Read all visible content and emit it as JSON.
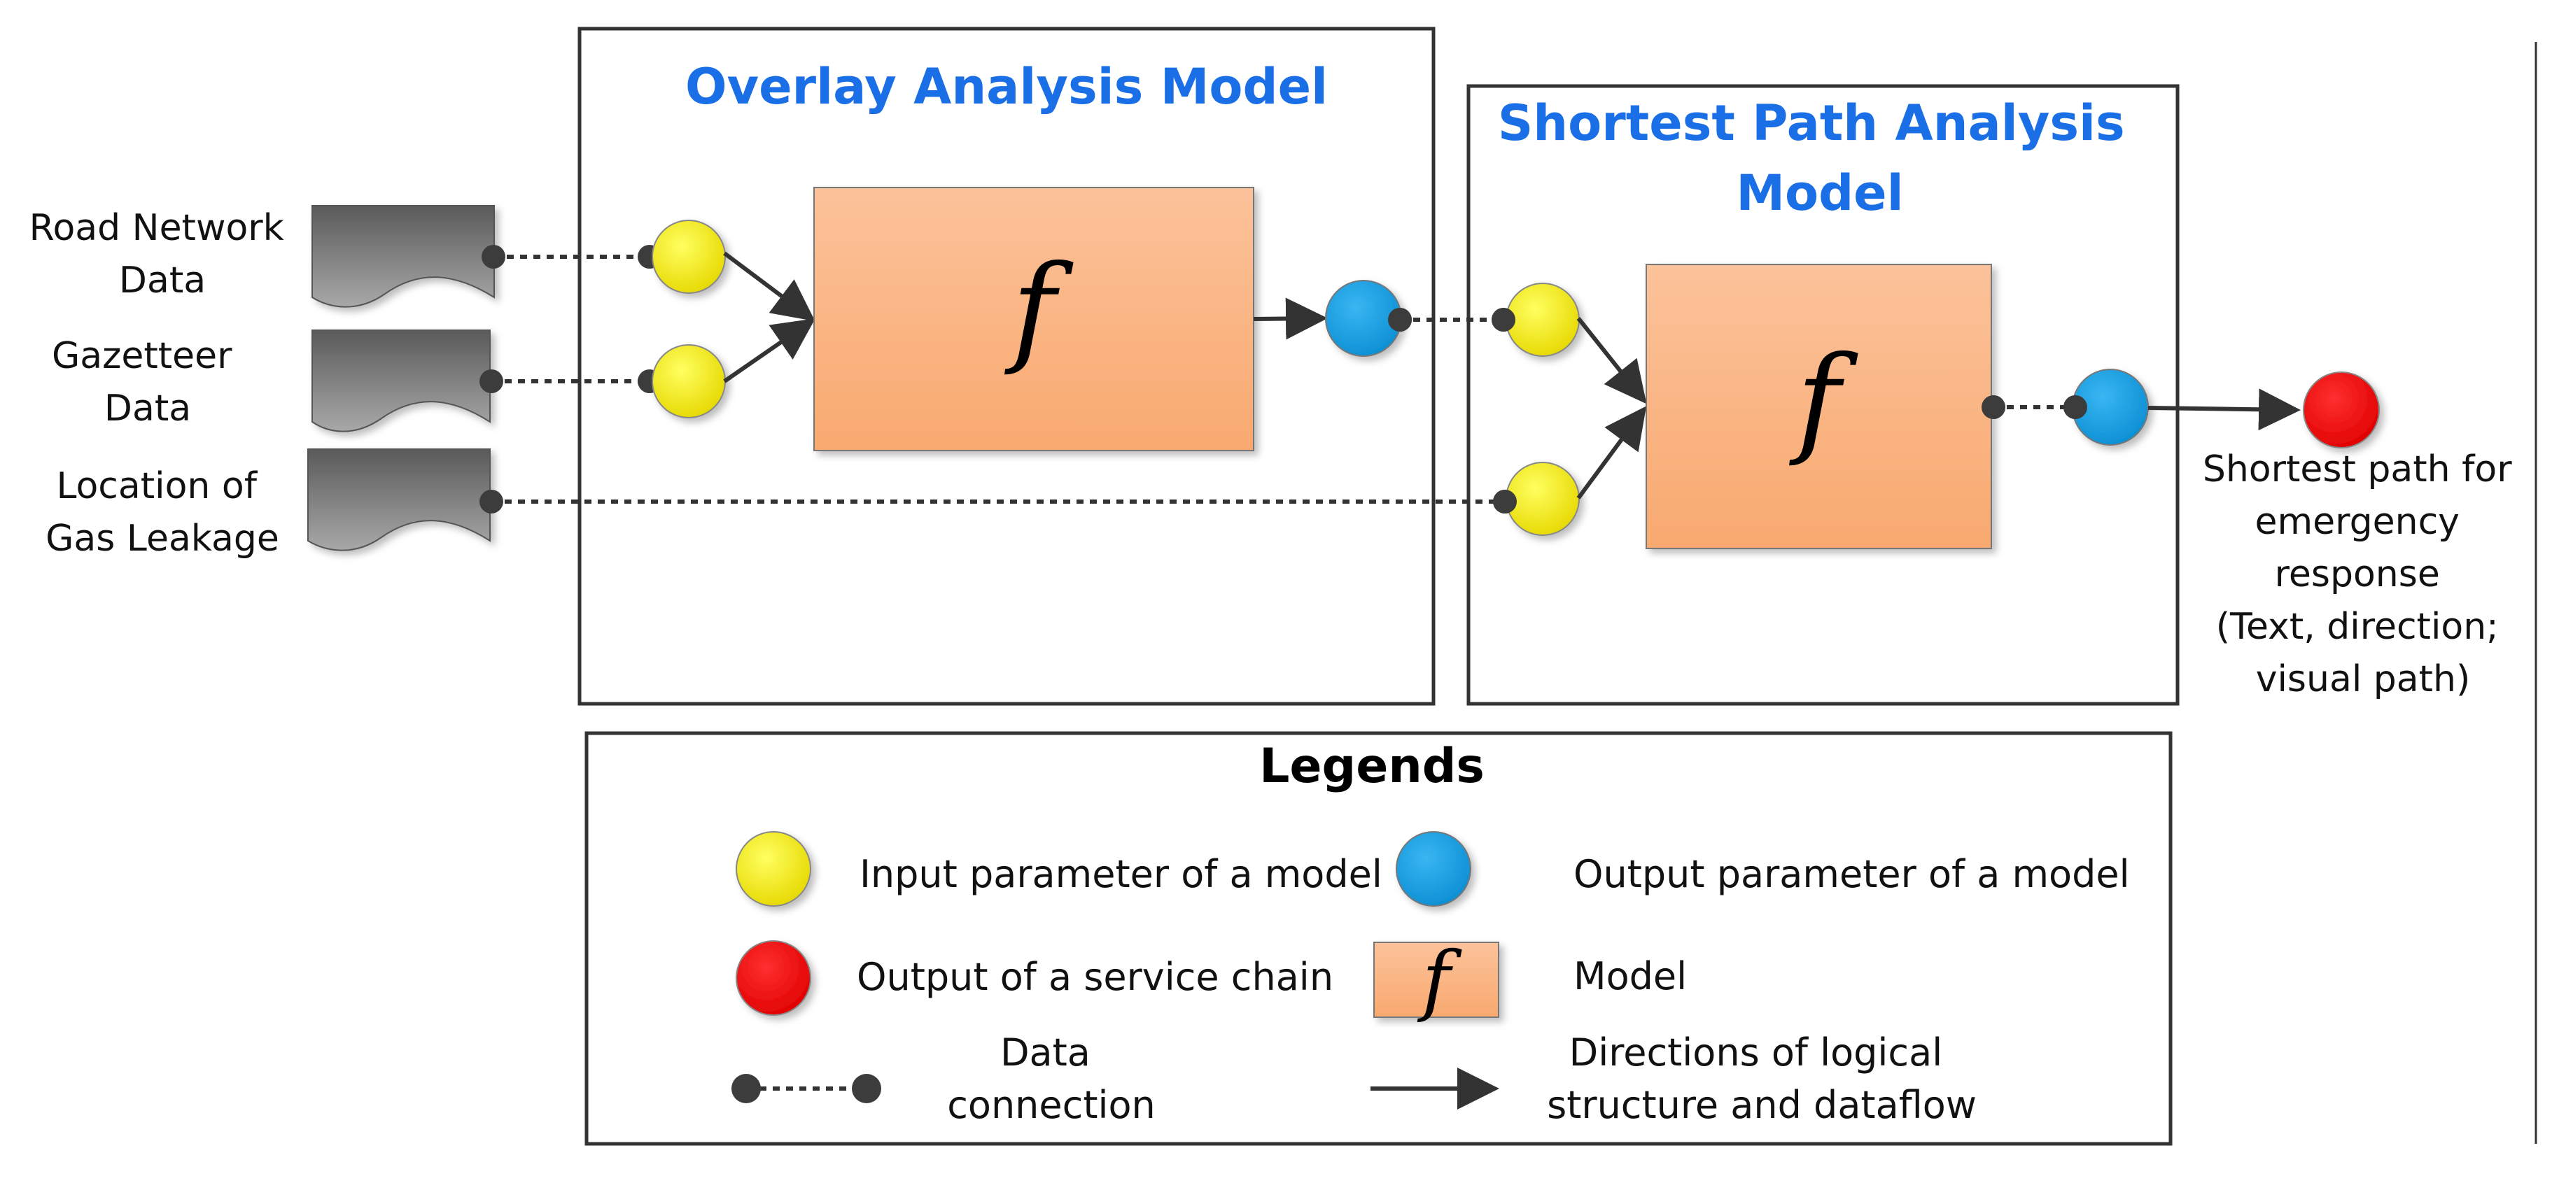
{
  "inputs": {
    "road_network": [
      "Road Network",
      "Data"
    ],
    "gazetteer": [
      "Gazetteer",
      "Data"
    ],
    "gas_leakage": [
      "Location of",
      "Gas Leakage"
    ]
  },
  "overlay_model": {
    "title": "Overlay Analysis Model",
    "function_symbol": "f"
  },
  "shortest_path_model": {
    "title": [
      "Shortest Path Analysis",
      "Model"
    ],
    "function_symbol": "f"
  },
  "output": {
    "label": [
      "Shortest path for",
      "emergency",
      "response",
      "(Text, direction;",
      "visual path)"
    ]
  },
  "legend": {
    "title": "Legends",
    "input_param": "Input parameter of a model",
    "output_param": "Output parameter of a model",
    "chain_output": "Output of a service chain",
    "model": "Model",
    "model_symbol": "f",
    "data_connection": [
      "Data",
      "connection"
    ],
    "directions": [
      "Directions of logical",
      "structure and dataflow"
    ]
  },
  "colors": {
    "input": "#f0ea00",
    "output": "#1fa0e0",
    "chain_output": "#ee1111",
    "model_fill": "#f8b07a",
    "title_blue": "#1a6fe6",
    "data_doc": "#707070"
  }
}
